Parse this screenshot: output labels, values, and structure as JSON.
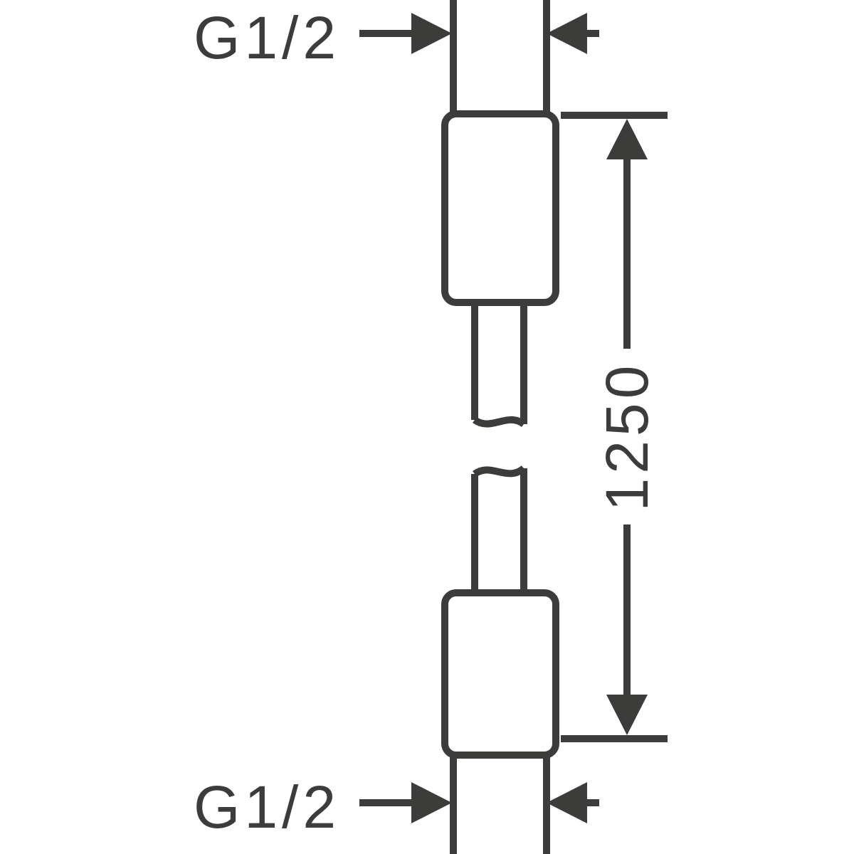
{
  "drawing": {
    "line_color": "#3c3c3b",
    "background_color": "#ffffff",
    "dimensions": {
      "top_thread": "G1/2",
      "bottom_thread": "G1/2",
      "length": "1250"
    }
  }
}
